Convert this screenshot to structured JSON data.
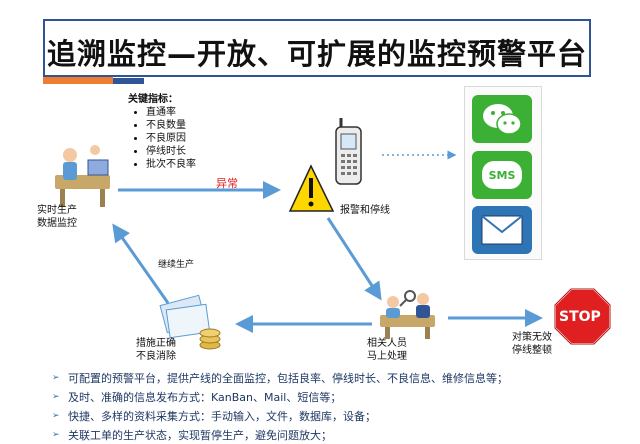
{
  "title": "追溯监控—开放、可扩展的监控预警平台",
  "indicators": {
    "heading": "关键指标：",
    "items": [
      "直通率",
      "不良数量",
      "不良原因",
      "停线时长",
      "批次不良率"
    ]
  },
  "labels": {
    "realtime_line1": "实时生产",
    "realtime_line2": "数据监控",
    "abnormal": "异常",
    "alarm": "报警和停线",
    "continue": "继续生产",
    "measures_line1": "措施正确",
    "measures_line2": "不良消除",
    "staff_line1": "相关人员",
    "staff_line2": "马上处理",
    "stop_line1": "对策无效",
    "stop_line2": "停线整顿",
    "stop_sign": "STOP",
    "sms_icon": "SMS"
  },
  "icons": [
    "worker-computer-icon",
    "warning-triangle-icon",
    "mobile-phone-icon",
    "wechat-icon",
    "sms-icon",
    "mail-icon",
    "documents-coins-icon",
    "meeting-people-icon",
    "stop-sign-icon"
  ],
  "colors": {
    "accent_orange": "#ed7d31",
    "accent_blue": "#2f5597",
    "flow_blue": "#5b9bd5",
    "alert_red": "#e02020",
    "wechat_green": "#3cb034"
  },
  "bullets": [
    "可配置的预警平台，提供产线的全面监控，包括良率、停线时长、不良信息、维修信息等；",
    "及时、准确的信息发布方式：KanBan、Mail、短信等；",
    "快捷、多样的资料采集方式：手动输入，文件，数据库，设备；",
    "关联工单的生产状态，实现暂停生产，避免问题放大；"
  ]
}
